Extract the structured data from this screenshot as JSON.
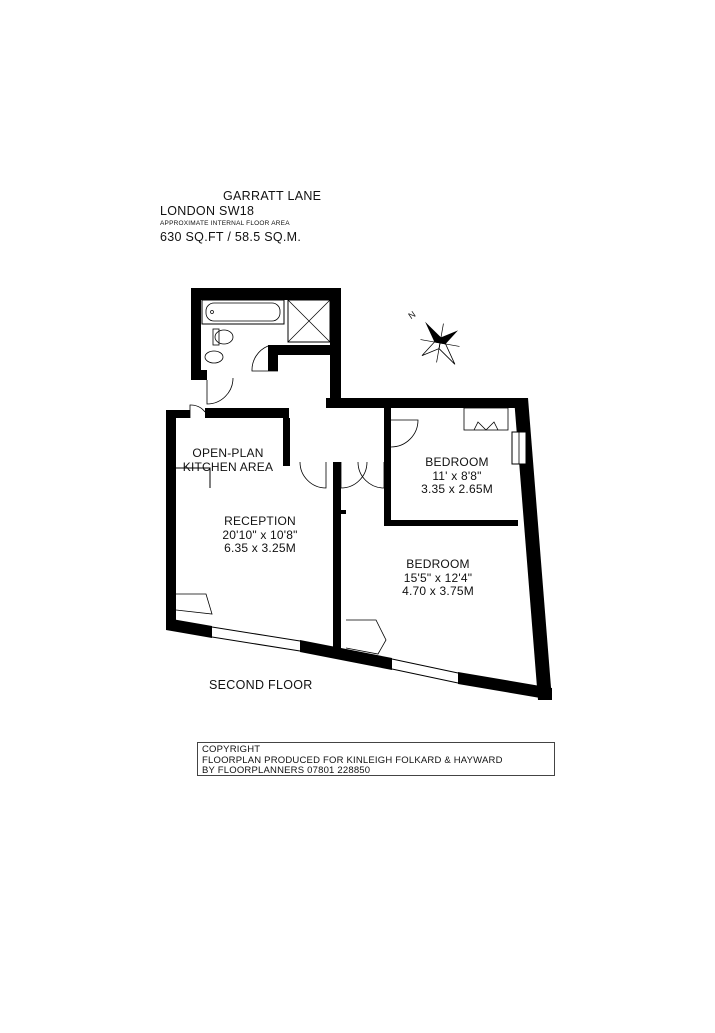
{
  "header": {
    "street": "GARRATT LANE",
    "area": "LONDON SW18",
    "floor_area_label": "APPROXIMATE INTERNAL FLOOR AREA",
    "floor_area": "630 SQ.FT / 58.5 SQ.M."
  },
  "compass": {
    "north_label": "N"
  },
  "rooms": {
    "kitchen": {
      "line1": "OPEN-PLAN",
      "line2": "KITCHEN AREA"
    },
    "reception": {
      "name": "RECEPTION",
      "imperial": "20'10\" x 10'8\"",
      "metric": "6.35 x 3.25M"
    },
    "bedroom_small": {
      "name": "BEDROOM",
      "imperial": "11' x 8'8\"",
      "metric": "3.35 x 2.65M"
    },
    "bedroom_large": {
      "name": "BEDROOM",
      "imperial": "15'5\" x 12'4\"",
      "metric": "4.70 x 3.75M"
    }
  },
  "floor_label": "SECOND FLOOR",
  "copyright": {
    "line1": "COPYRIGHT",
    "line2": "FLOORPLAN PRODUCED FOR KINLEIGH FOLKARD & HAYWARD",
    "line3": "BY FLOORPLANNERS 07801 228850"
  }
}
